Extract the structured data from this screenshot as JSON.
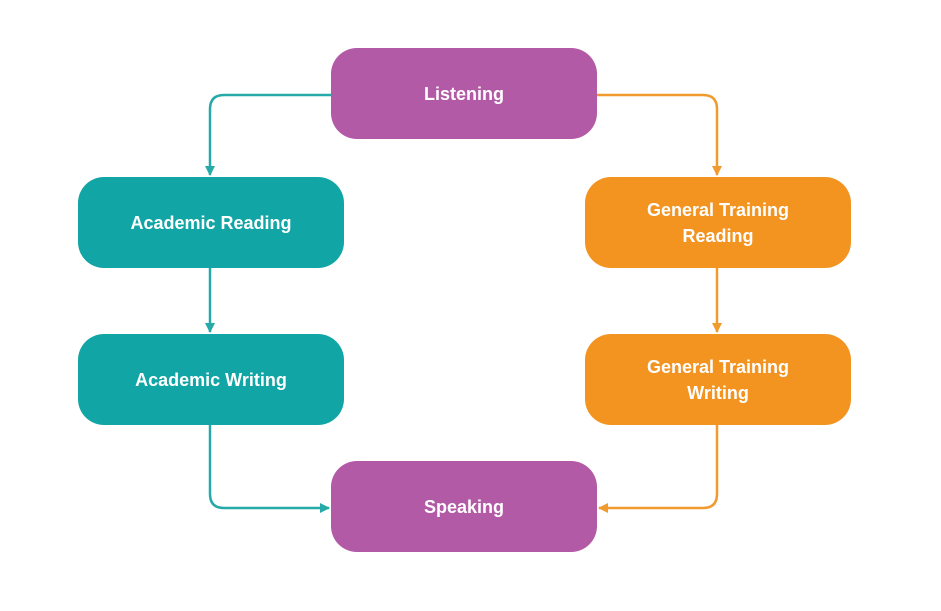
{
  "colors": {
    "shared_module": "#b25aa5",
    "academic": "#12a5a5",
    "general_training": "#f39421",
    "academic_connector": "#25a9a9",
    "general_connector": "#f19a2e"
  },
  "nodes": {
    "listening": {
      "label": "Listening"
    },
    "academic_reading": {
      "label": "Academic Reading"
    },
    "academic_writing": {
      "label": "Academic Writing"
    },
    "general_training_reading": {
      "line1": "General Training",
      "line2": "Reading"
    },
    "general_training_writing": {
      "line1": "General Training",
      "line2": "Writing"
    },
    "speaking": {
      "label": "Speaking"
    }
  }
}
